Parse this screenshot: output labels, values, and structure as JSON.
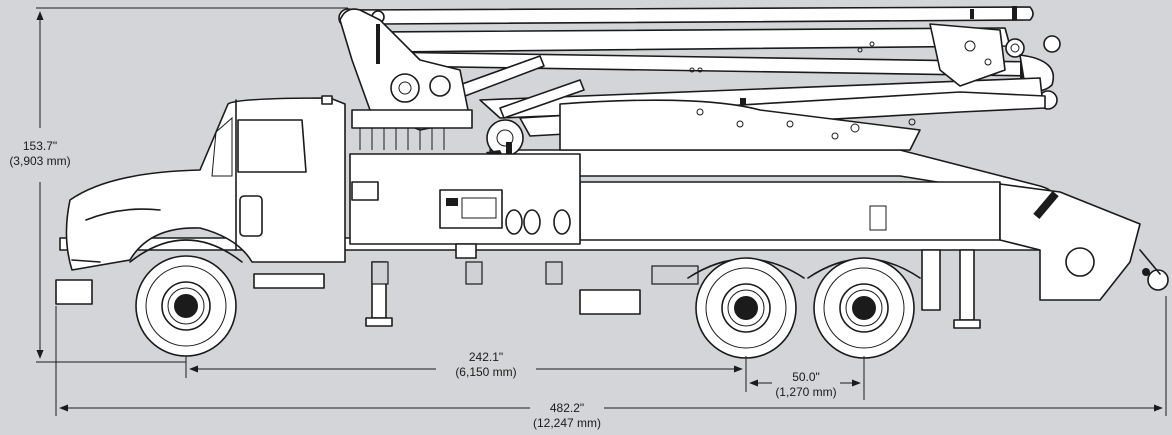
{
  "dimensions": {
    "height": {
      "imperial": "153.7\"",
      "metric": "(3,903 mm)"
    },
    "wheelbase": {
      "imperial": "242.1\"",
      "metric": "(6,150 mm)"
    },
    "tandem_spacing": {
      "imperial": "50.0\"",
      "metric": "(1,270 mm)"
    },
    "overall_length": {
      "imperial": "482.2\"",
      "metric": "(12,247 mm)"
    }
  },
  "colors": {
    "background": "#d3d5d8",
    "line": "#1b1b1b",
    "fill": "#ffffff"
  }
}
